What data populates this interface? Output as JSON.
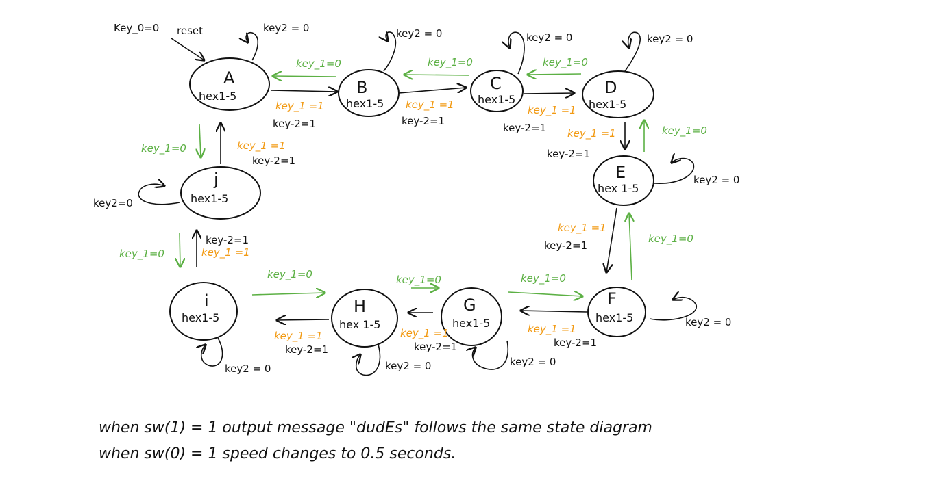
{
  "reset": {
    "condition": "Key_0=0",
    "label": "reset"
  },
  "states": [
    {
      "id": "A",
      "sub": "hex1-5"
    },
    {
      "id": "B",
      "sub": "hex1-5"
    },
    {
      "id": "C",
      "sub": "hex1-5"
    },
    {
      "id": "D",
      "sub": "hex1-5"
    },
    {
      "id": "E",
      "sub": "hex 1-5"
    },
    {
      "id": "F",
      "sub": "hex1-5"
    },
    {
      "id": "G",
      "sub": "hex1-5"
    },
    {
      "id": "H",
      "sub": "hex 1-5"
    },
    {
      "id": "i",
      "sub": "hex1-5"
    },
    {
      "id": "j",
      "sub": "hex1-5"
    }
  ],
  "labels": {
    "key1_zero": "key_1=0",
    "key1_one": "key_1 =1",
    "key2_one": "key-2=1",
    "key2_zero": "key2 = 0",
    "key2_zero_j": "key2=0"
  },
  "notes": {
    "line1": "when sw(1) = 1  output message \"dudEs\" follows the same state diagram",
    "line2": "when sw(0) = 1    speed changes to  0.5 seconds."
  },
  "colors": {
    "ink": "#111111",
    "green": "#5cb044",
    "orange": "#f29a13"
  }
}
